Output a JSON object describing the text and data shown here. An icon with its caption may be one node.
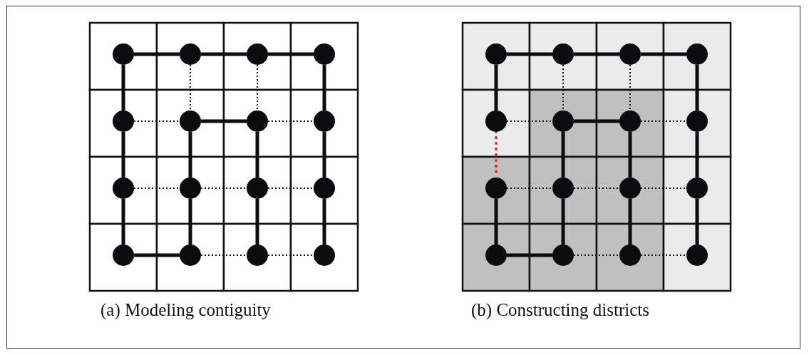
{
  "diagram": {
    "nodes": [
      {
        "text": [],
        "shape": "circle"
      },
      {
        "text": [],
        "shape": "circle"
      },
      {
        "text": [],
        "shape": "circle"
      },
      {
        "text": [],
        "shape": "circle"
      },
      {
        "text": [],
        "shape": "circle"
      },
      {
        "text": [],
        "shape": "circle"
      },
      {
        "text": [],
        "shape": "circle"
      },
      {
        "text": [],
        "shape": "circle"
      },
      {
        "text": [],
        "shape": "circle"
      },
      {
        "text": [],
        "shape": "circle"
      },
      {
        "text": [],
        "shape": "circle"
      },
      {
        "text": [],
        "shape": "circle"
      },
      {
        "text": [],
        "shape": "circle"
      },
      {
        "text": [],
        "shape": "circle"
      },
      {
        "text": [],
        "shape": "circle"
      },
      {
        "text": [],
        "shape": "circle"
      },
      {
        "text": [],
        "shape": "circle"
      },
      {
        "text": [],
        "shape": "circle"
      },
      {
        "text": [],
        "shape": "circle"
      },
      {
        "text": [],
        "shape": "circle"
      },
      {
        "text": [],
        "shape": "circle"
      },
      {
        "text": [],
        "shape": "circle"
      },
      {
        "text": [],
        "shape": "circle"
      },
      {
        "text": [],
        "shape": "circle"
      },
      {
        "text": [],
        "shape": "circle"
      },
      {
        "text": [],
        "shape": "circle"
      },
      {
        "text": [],
        "shape": "circle"
      },
      {
        "text": [],
        "shape": "circle"
      },
      {
        "text": [],
        "shape": "circle"
      },
      {
        "text": [],
        "shape": "circle"
      },
      {
        "text": [],
        "shape": "circle"
      },
      {
        "text": [],
        "shape": "circle"
      }
    ],
    "edges": [
      {
        "from": 0,
        "to": 1,
        "arrow": "none"
      },
      {
        "from": 1,
        "to": 2,
        "arrow": "none"
      },
      {
        "from": 2,
        "to": 3,
        "arrow": "none"
      },
      {
        "from": 0,
        "to": 4,
        "arrow": "none"
      },
      {
        "from": 1,
        "to": 5,
        "arrow": "none",
        "style": "dashed"
      },
      {
        "from": 2,
        "to": 6,
        "arrow": "none",
        "style": "dashed"
      },
      {
        "from": 3,
        "to": 7,
        "arrow": "none"
      },
      {
        "from": 4,
        "to": 5,
        "arrow": "none",
        "style": "dashed"
      },
      {
        "from": 5,
        "to": 6,
        "arrow": "none"
      },
      {
        "from": 6,
        "to": 7,
        "arrow": "none",
        "style": "dashed"
      },
      {
        "from": 4,
        "to": 8,
        "arrow": "none"
      },
      {
        "from": 5,
        "to": 9,
        "arrow": "none"
      },
      {
        "from": 6,
        "to": 10,
        "arrow": "none"
      },
      {
        "from": 7,
        "to": 11,
        "arrow": "none"
      },
      {
        "from": 8,
        "to": 9,
        "arrow": "none",
        "style": "dashed"
      },
      {
        "from": 9,
        "to": 10,
        "arrow": "none",
        "style": "dashed"
      },
      {
        "from": 10,
        "to": 11,
        "arrow": "none",
        "style": "dashed"
      },
      {
        "from": 8,
        "to": 12,
        "arrow": "none"
      },
      {
        "from": 9,
        "to": 13,
        "arrow": "none"
      },
      {
        "from": 10,
        "to": 14,
        "arrow": "none"
      },
      {
        "from": 11,
        "to": 15,
        "arrow": "none"
      },
      {
        "from": 12,
        "to": 13,
        "arrow": "none"
      },
      {
        "from": 13,
        "to": 14,
        "arrow": "none",
        "style": "dashed"
      },
      {
        "from": 14,
        "to": 15,
        "arrow": "none",
        "style": "dashed"
      },
      {
        "from": 16,
        "to": 17,
        "arrow": "none"
      },
      {
        "from": 17,
        "to": 18,
        "arrow": "none"
      },
      {
        "from": 18,
        "to": 19,
        "arrow": "none"
      },
      {
        "from": 16,
        "to": 20,
        "arrow": "none"
      },
      {
        "from": 17,
        "to": 21,
        "arrow": "none",
        "style": "dashed"
      },
      {
        "from": 18,
        "to": 22,
        "arrow": "none",
        "style": "dashed"
      },
      {
        "from": 19,
        "to": 23,
        "arrow": "none"
      },
      {
        "from": 20,
        "to": 21,
        "arrow": "none",
        "style": "dashed"
      },
      {
        "from": 21,
        "to": 22,
        "arrow": "none"
      },
      {
        "from": 22,
        "to": 23,
        "arrow": "none",
        "style": "dashed"
      },
      {
        "from": 20,
        "to": 24,
        "arrow": "none",
        "style": "dashed",
        "color": "#ee2222"
      },
      {
        "from": 21,
        "to": 25,
        "arrow": "none"
      },
      {
        "from": 22,
        "to": 26,
        "arrow": "none"
      },
      {
        "from": 23,
        "to": 27,
        "arrow": "none"
      },
      {
        "from": 24,
        "to": 25,
        "arrow": "none",
        "style": "dashed"
      },
      {
        "from": 25,
        "to": 26,
        "arrow": "none",
        "style": "dashed"
      },
      {
        "from": 26,
        "to": 27,
        "arrow": "none",
        "style": "dashed"
      },
      {
        "from": 24,
        "to": 28,
        "arrow": "none"
      },
      {
        "from": 25,
        "to": 29,
        "arrow": "none"
      },
      {
        "from": 26,
        "to": 30,
        "arrow": "none"
      },
      {
        "from": 27,
        "to": 31,
        "arrow": "none"
      },
      {
        "from": 28,
        "to": 29,
        "arrow": "none"
      },
      {
        "from": 29,
        "to": 30,
        "arrow": "none",
        "style": "dashed"
      },
      {
        "from": 30,
        "to": 31,
        "arrow": "none",
        "style": "dashed"
      }
    ],
    "labels": [
      "(a) Modeling contiguity",
      "(b) Constructing districts"
    ]
  }
}
